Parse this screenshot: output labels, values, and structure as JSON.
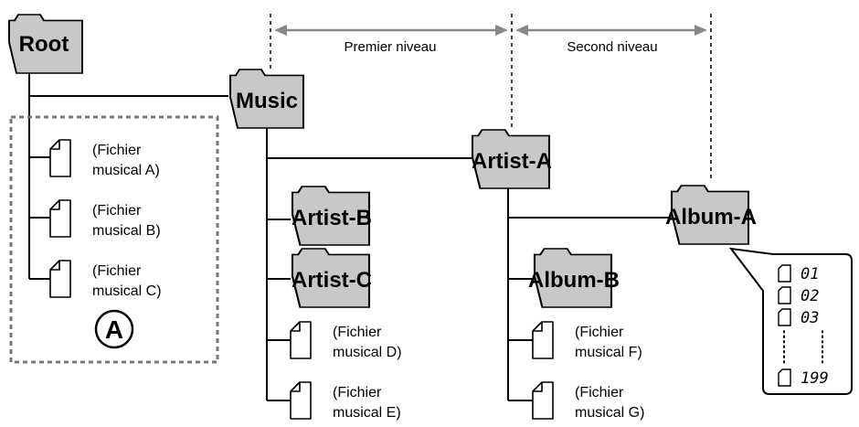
{
  "levels": {
    "first": "Premier niveau",
    "second": "Second niveau"
  },
  "folders": {
    "root": "Root",
    "music": "Music",
    "artist_a": "Artist-A",
    "artist_b": "Artist-B",
    "artist_c": "Artist-C",
    "album_a": "Album-A",
    "album_b": "Album-B"
  },
  "files": {
    "a": [
      "(Fichier",
      "musical A)"
    ],
    "b": [
      "(Fichier",
      "musical B)"
    ],
    "c": [
      "(Fichier",
      "musical C)"
    ],
    "d": [
      "(Fichier",
      "musical D)"
    ],
    "e": [
      "(Fichier",
      "musical E)"
    ],
    "f": [
      "(Fichier",
      "musical F)"
    ],
    "g": [
      "(Fichier",
      "musical G)"
    ]
  },
  "badge": "A",
  "tracks": [
    "01",
    "02",
    "03",
    "199"
  ],
  "colors": {
    "folder_fill": "#c8c8c8",
    "line": "#000000",
    "arrow": "#888888",
    "dashed_box": "#777777"
  }
}
